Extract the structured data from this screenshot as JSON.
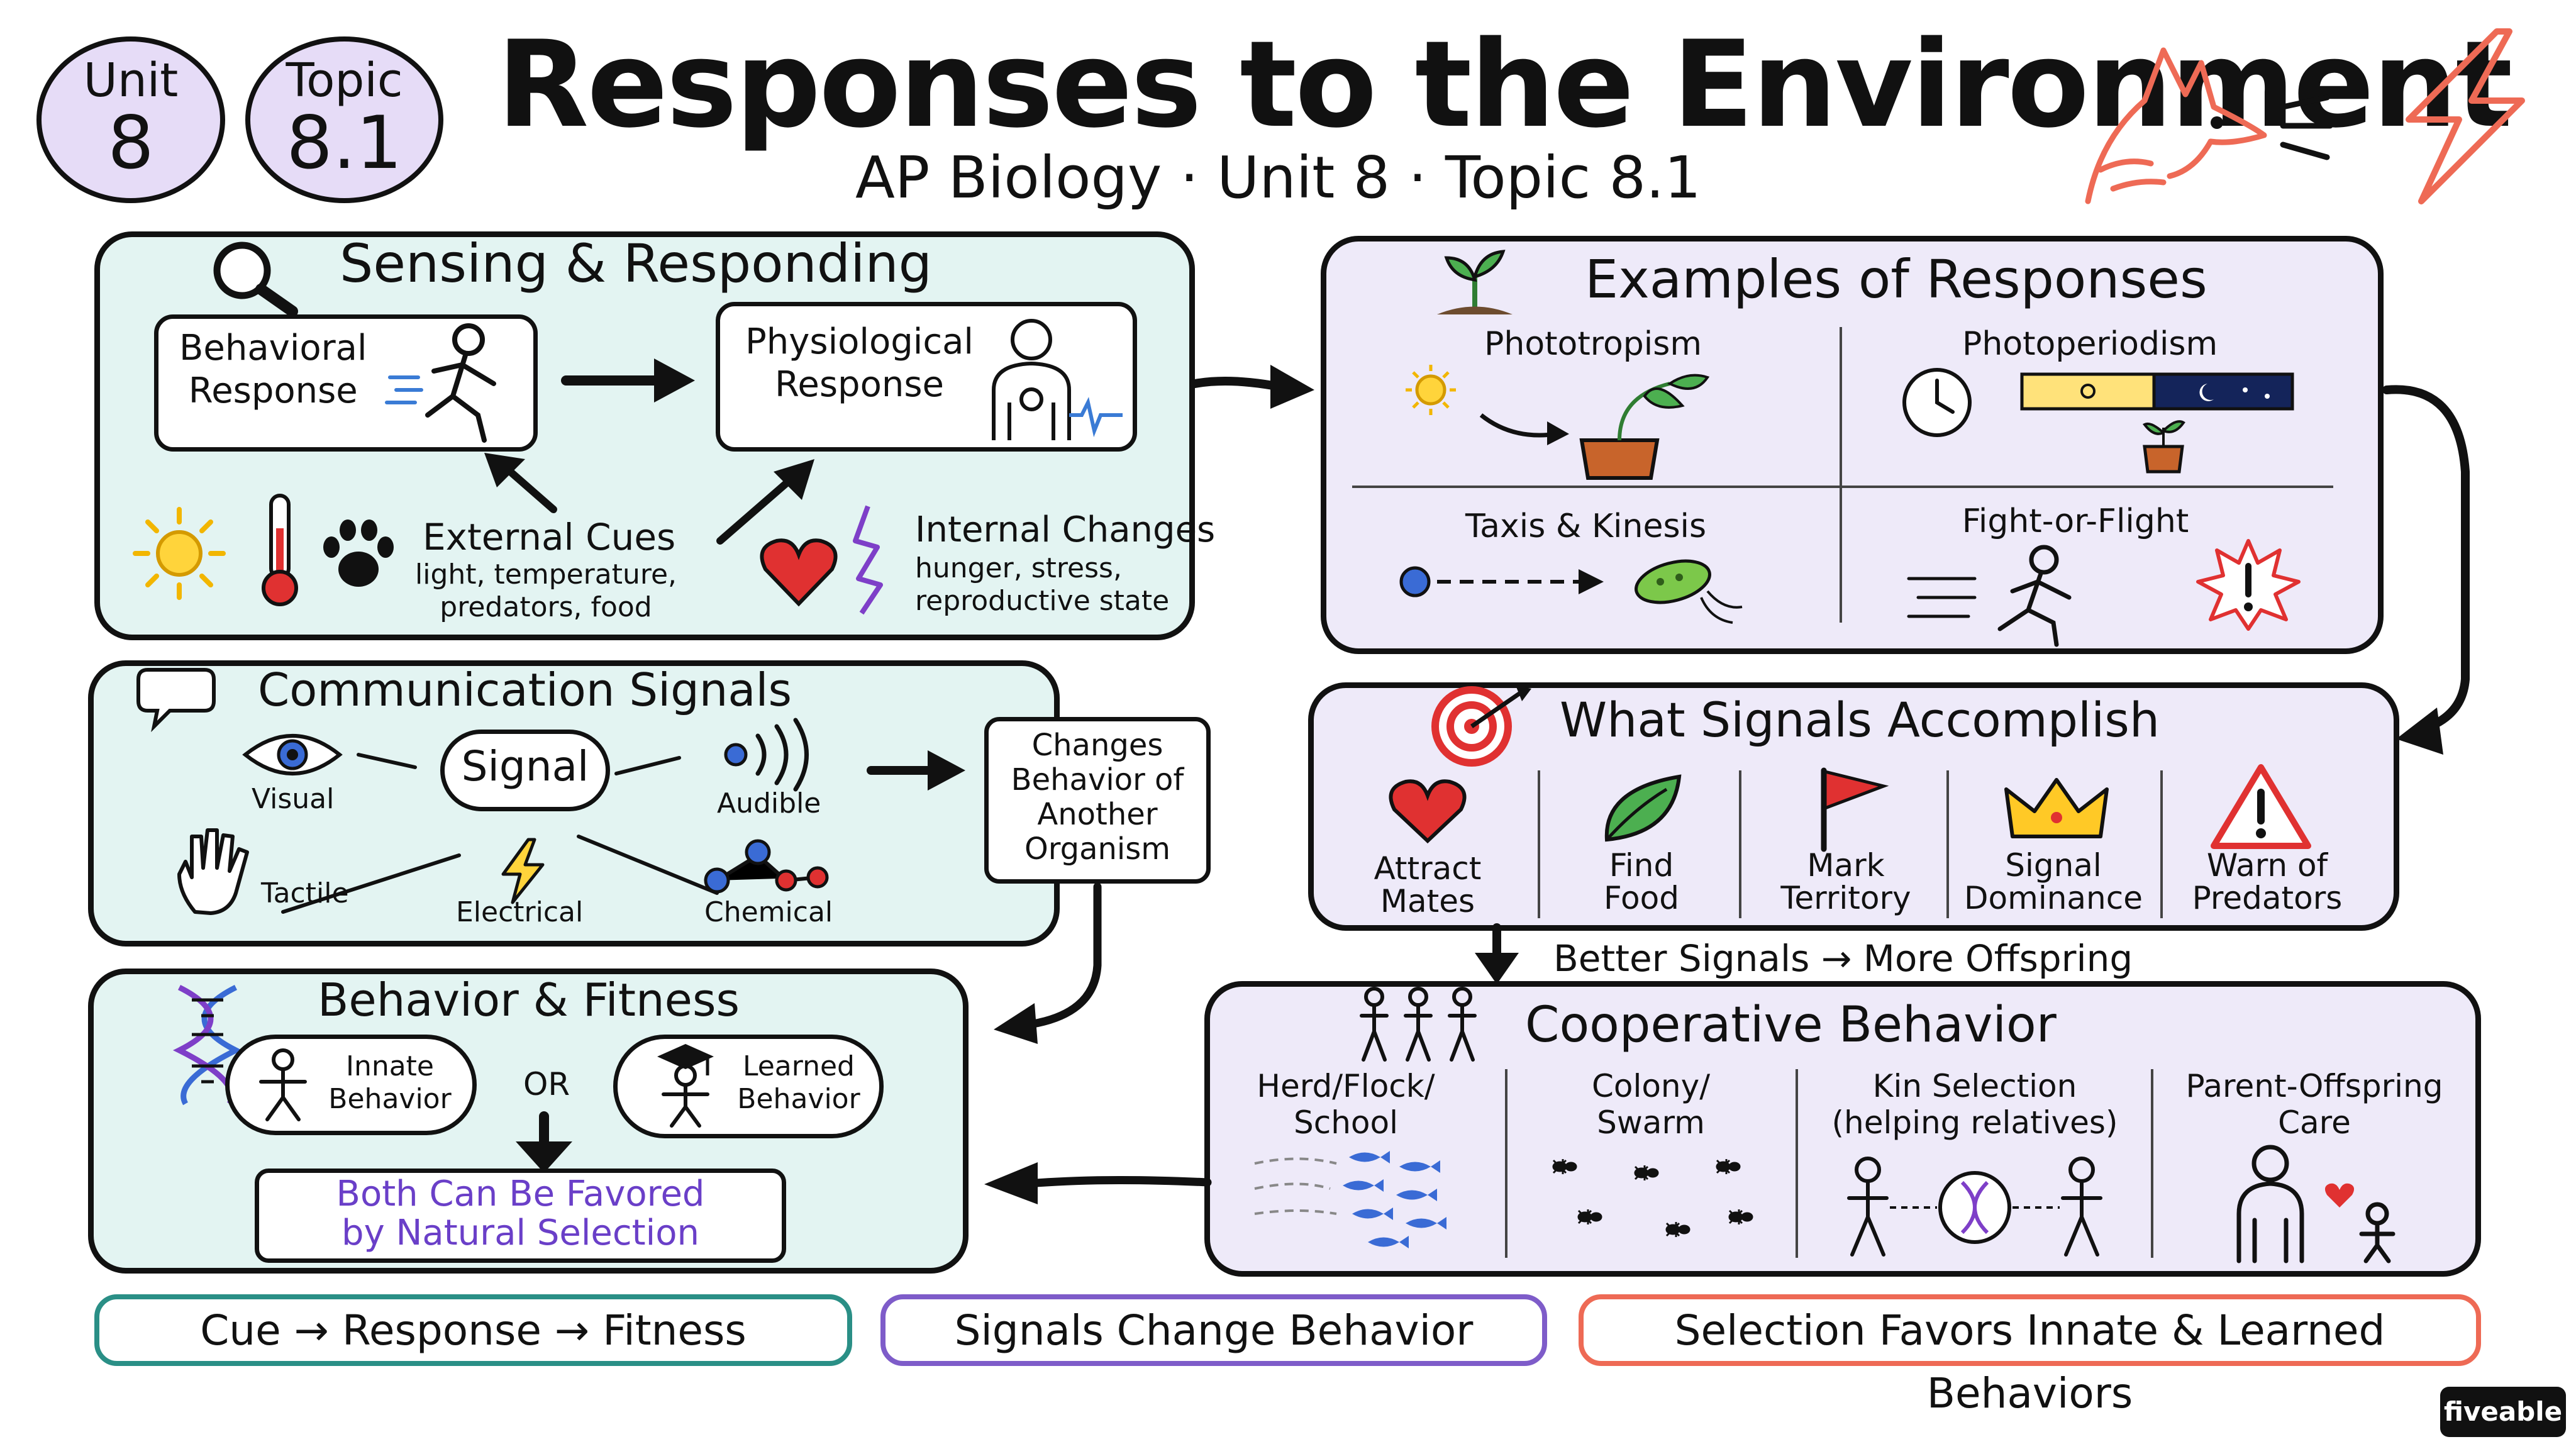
{
  "header": {
    "unit_badge": {
      "label": "Unit",
      "value": "8"
    },
    "topic_badge": {
      "label": "Topic",
      "value": "8.1"
    },
    "title": "Responses to the Environment",
    "subtitle": "AP Biology · Unit 8 · Topic 8.1"
  },
  "sensing": {
    "title": "Sensing & Responding",
    "behavioral": "Behavioral\nResponse",
    "physiological": "Physiological\nResponse",
    "external_title": "External Cues",
    "external_desc": "light, temperature,\npredators, food",
    "internal_title": "Internal Changes",
    "internal_desc": "hunger, stress,\nreproductive state"
  },
  "examples": {
    "title": "Examples of Responses",
    "items": [
      "Phototropism",
      "Photoperiodism",
      "Taxis & Kinesis",
      "Fight-or-Flight"
    ]
  },
  "communication": {
    "title": "Communication Signals",
    "signal": "Signal",
    "types": [
      "Visual",
      "Audible",
      "Tactile",
      "Electrical",
      "Chemical"
    ],
    "result": "Changes\nBehavior of\nAnother\nOrganism"
  },
  "accomplish": {
    "title": "What Signals Accomplish",
    "items": [
      "Attract\nMates",
      "Find\nFood",
      "Mark\nTerritory",
      "Signal\nDominance",
      "Warn of\nPredators"
    ],
    "better": "Better Signals → More Offspring"
  },
  "fitness": {
    "title": "Behavior & Fitness",
    "innate": "Innate\nBehavior",
    "or": "OR",
    "learned": "Learned\nBehavior",
    "favored": "Both Can Be Favored\nby Natural Selection"
  },
  "cooperative": {
    "title": "Cooperative Behavior",
    "items": [
      "Herd/Flock/\nSchool",
      "Colony/\nSwarm",
      "Kin Selection\n(helping relatives)",
      "Parent-Offspring\nCare"
    ]
  },
  "footer": [
    "Cue → Response → Fitness",
    "Signals Change Behavior",
    "Selection Favors Innate & Learned Behaviors"
  ],
  "brand": "fiveable",
  "colors": {
    "teal_bg": "#e3f4f2",
    "lavender_bg": "#eeeaf9",
    "teal": "#2a8f86",
    "purple": "#7e5cc9",
    "coral": "#ee6a55",
    "favored_text": "#6a3fc8"
  }
}
